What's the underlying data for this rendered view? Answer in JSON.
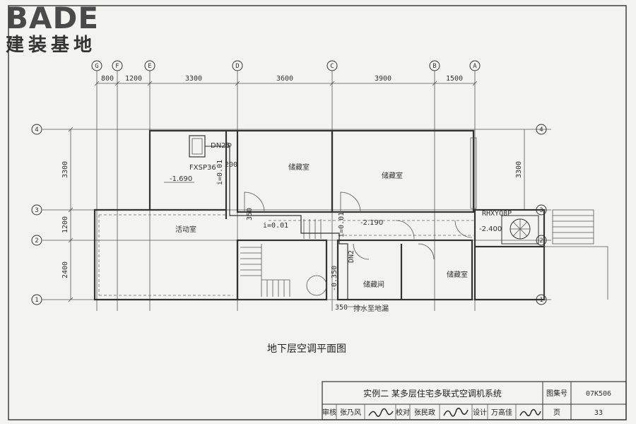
{
  "logo": {
    "brand": "BADE",
    "subtitle": "建装基地"
  },
  "axes_top": [
    "G",
    "F",
    "E",
    "D",
    "C",
    "B",
    "A"
  ],
  "axes_left": [
    "4",
    "3",
    "2",
    "1"
  ],
  "axes_right": [
    "4",
    "3",
    "2",
    "1"
  ],
  "dims_top": [
    "800",
    "1200",
    "3300",
    "3600",
    "3900",
    "1500"
  ],
  "dims_left": [
    "3300",
    "1200",
    "2400"
  ],
  "dims_right": [
    "3300"
  ],
  "rooms": {
    "storage1": "储藏室",
    "storage2": "储藏室",
    "activity": "活动室",
    "storage3": "储藏间",
    "storage4": "储藏室"
  },
  "labels": {
    "dn25": "DN25",
    "fxsp": "FXSP36",
    "elev_a": "-1.690",
    "i1": "i=0.01",
    "v200": "200",
    "v350a": "350",
    "i2": "i=0.01",
    "elev_b": "-2.190",
    "i3": "i=0.01",
    "dn2": "DN2",
    "elev_c": "-0.350",
    "v350b": "350",
    "drain": "排水至地漏",
    "rhxy": "RHXYQ8P",
    "elev_d": "-2.400"
  },
  "plan_title": "地下层空调平面图",
  "title_block": {
    "title": "实例二  某多层住宅多联式空调机系统",
    "atlas_label": "图集号",
    "atlas_no": "07K506",
    "review_label": "审核",
    "reviewer": "张乃风",
    "check_label": "校对",
    "checker": "张民政",
    "design_label": "设计",
    "designer": "万高佳",
    "page_label": "页",
    "page_no": "33"
  }
}
